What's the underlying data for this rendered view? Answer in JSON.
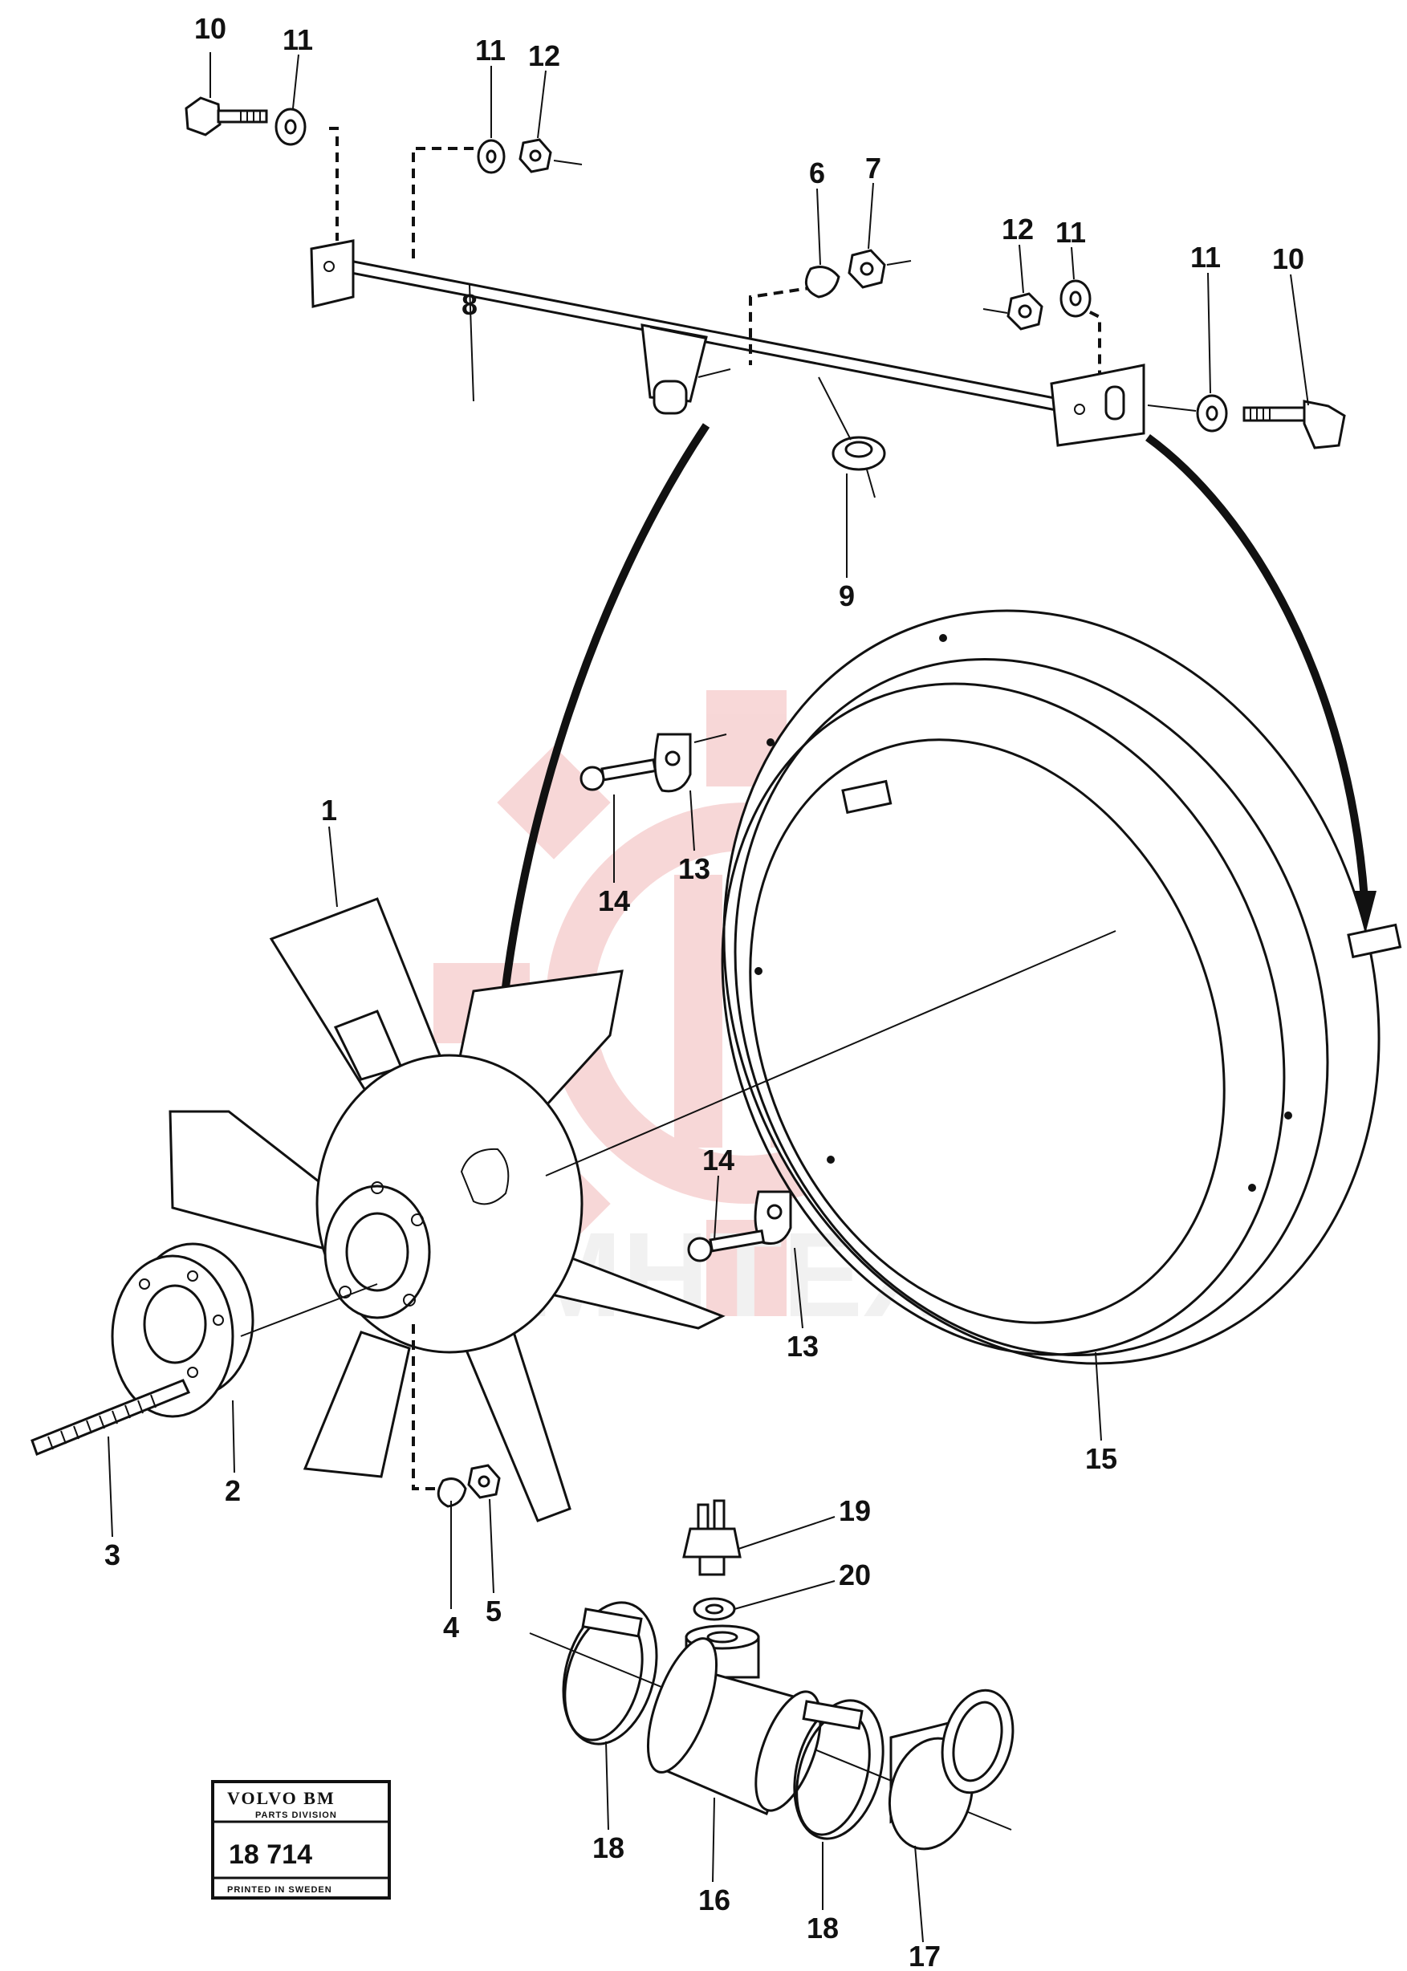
{
  "watermark": {
    "text": "MHTEX",
    "color": "#f2b8b8"
  },
  "stamp": {
    "brand": "VOLVO BM",
    "division": "PARTS DIVISION",
    "number": "18 714",
    "printed": "PRINTED IN SWEDEN"
  },
  "callouts": [
    {
      "id": "c10a",
      "label": "10"
    },
    {
      "id": "c11a",
      "label": "11"
    },
    {
      "id": "c11b",
      "label": "11"
    },
    {
      "id": "c12a",
      "label": "12"
    },
    {
      "id": "c6",
      "label": "6"
    },
    {
      "id": "c7",
      "label": "7"
    },
    {
      "id": "c12b",
      "label": "12"
    },
    {
      "id": "c11c",
      "label": "11"
    },
    {
      "id": "c11d",
      "label": "11"
    },
    {
      "id": "c10b",
      "label": "10"
    },
    {
      "id": "c8",
      "label": "8"
    },
    {
      "id": "c9",
      "label": "9"
    },
    {
      "id": "c1",
      "label": "1"
    },
    {
      "id": "c14a",
      "label": "14"
    },
    {
      "id": "c13a",
      "label": "13"
    },
    {
      "id": "c14b",
      "label": "14"
    },
    {
      "id": "c13b",
      "label": "13"
    },
    {
      "id": "c15",
      "label": "15"
    },
    {
      "id": "c2",
      "label": "2"
    },
    {
      "id": "c3",
      "label": "3"
    },
    {
      "id": "c4",
      "label": "4"
    },
    {
      "id": "c5",
      "label": "5"
    },
    {
      "id": "c19",
      "label": "19"
    },
    {
      "id": "c20",
      "label": "20"
    },
    {
      "id": "c18a",
      "label": "18"
    },
    {
      "id": "c16",
      "label": "16"
    },
    {
      "id": "c18b",
      "label": "18"
    },
    {
      "id": "c17",
      "label": "17"
    }
  ]
}
